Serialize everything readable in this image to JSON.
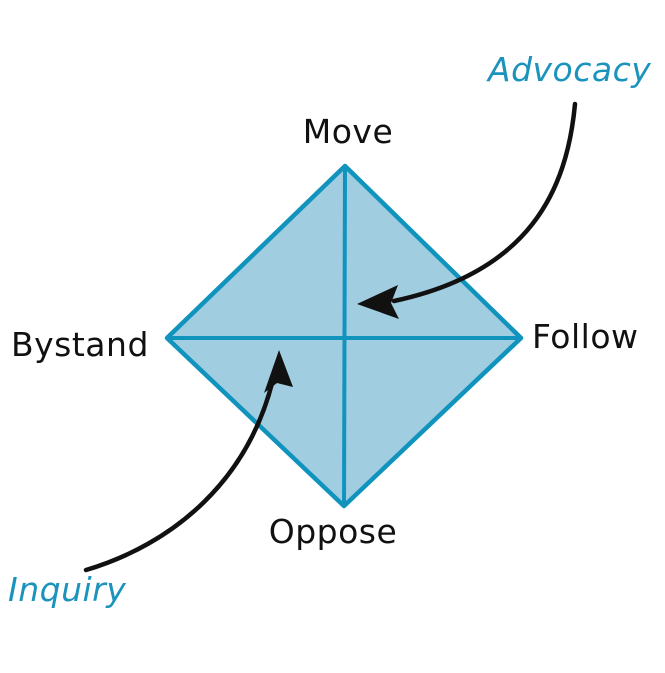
{
  "labels": {
    "move": "Move",
    "follow": "Follow",
    "oppose": "Oppose",
    "bystand": "Bystand"
  },
  "annotations": {
    "advocacy": "Advocacy",
    "inquiry": "Inquiry"
  },
  "colors": {
    "background": "#ffffff",
    "diamond_fill": "#a0cde0",
    "diamond_stroke": "#1094be",
    "label_text": "#111111",
    "annotation_text": "#1b93bc",
    "arrow": "#111111"
  }
}
